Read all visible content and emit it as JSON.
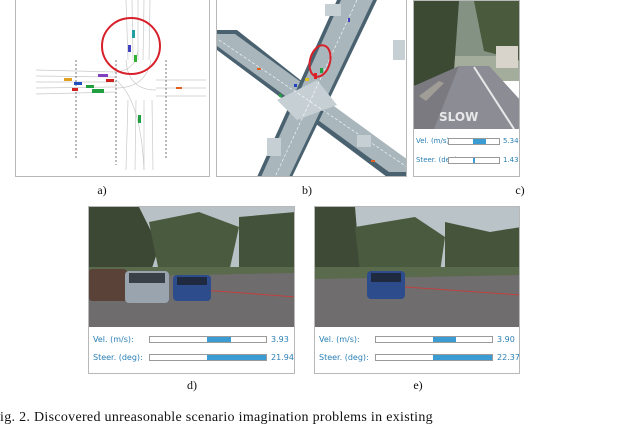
{
  "figure": {
    "panels": [
      {
        "id": "a",
        "label": "a)",
        "type": "bird-eye-view-map",
        "description": "intersection with traffic agents, red circle highlight"
      },
      {
        "id": "b",
        "label": "b)",
        "type": "bird-eye-view-map",
        "description": "rendered road crossing with vehicles, red ellipse highlight"
      },
      {
        "id": "c",
        "label": "c)",
        "type": "camera-view",
        "gauges": [
          {
            "label": "Vel. (m/s):",
            "value": "5.34",
            "fill_start": 0.47,
            "fill_end": 0.73
          },
          {
            "label": "Steer. (deg):",
            "value": "1.43",
            "fill_start": 0.47,
            "fill_end": 0.51
          }
        ]
      },
      {
        "id": "d",
        "label": "d)",
        "type": "camera-view",
        "gauges": [
          {
            "label": "Vel. (m/s):",
            "value": "3.93",
            "fill_start": 0.49,
            "fill_end": 0.7
          },
          {
            "label": "Steer. (deg):",
            "value": "21.94",
            "fill_start": 0.49,
            "fill_end": 1.0
          }
        ]
      },
      {
        "id": "e",
        "label": "e)",
        "type": "camera-view",
        "gauges": [
          {
            "label": "Vel. (m/s):",
            "value": "3.90",
            "fill_start": 0.49,
            "fill_end": 0.69
          },
          {
            "label": "Steer. (deg):",
            "value": "22.37",
            "fill_start": 0.49,
            "fill_end": 1.0
          }
        ]
      }
    ],
    "caption_partial": "ig. 2.  Discovered unreasonable scenario imagination problems in existing"
  },
  "colors": {
    "gauge_fill": "#3b9bd3",
    "gauge_text": "#2a7fb5",
    "highlight_circle": "#d8202a",
    "road_gray": "#8fa0a8",
    "road_edge": "#4a6270"
  }
}
